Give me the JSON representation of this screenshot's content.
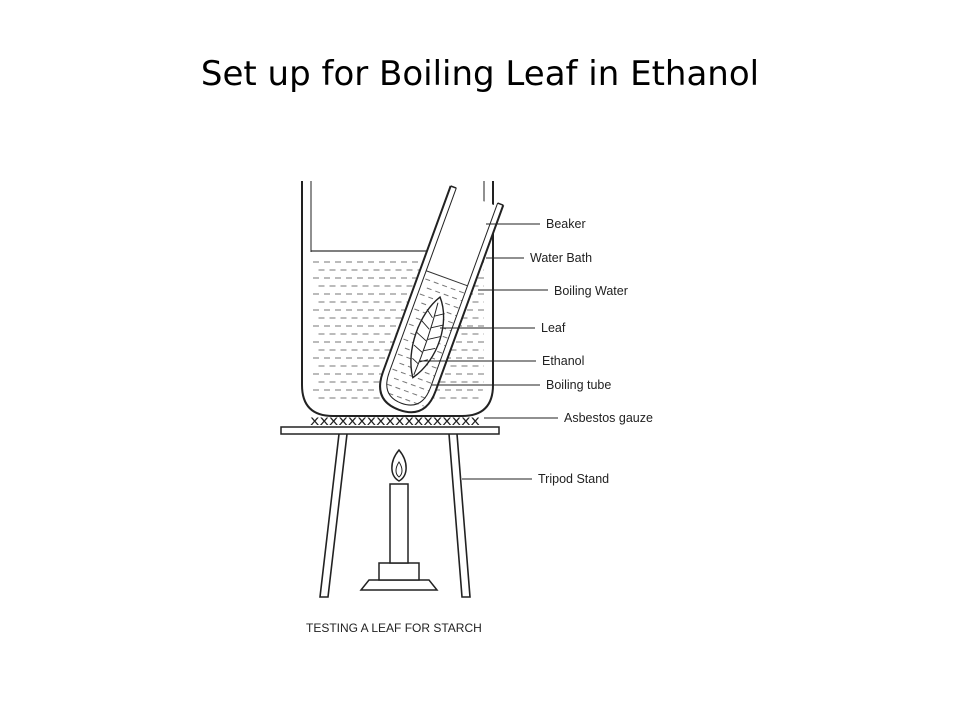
{
  "title": "Set up for Boiling Leaf in Ethanol",
  "labels": {
    "beaker": "Beaker",
    "water_bath": "Water Bath",
    "boiling_water": "Boiling Water",
    "leaf": "Leaf",
    "ethanol": "Ethanol",
    "boiling_tube": "Boiling tube",
    "asbestos_gauze": "Asbestos gauze",
    "tripod_stand": "Tripod Stand"
  },
  "gauze_marks": "xxxxxxxxxxxxxxxxxx",
  "caption": "TESTING A LEAF FOR STARCH",
  "colors": {
    "ink": "#222222",
    "water_dash": "#777777",
    "background": "#ffffff"
  }
}
